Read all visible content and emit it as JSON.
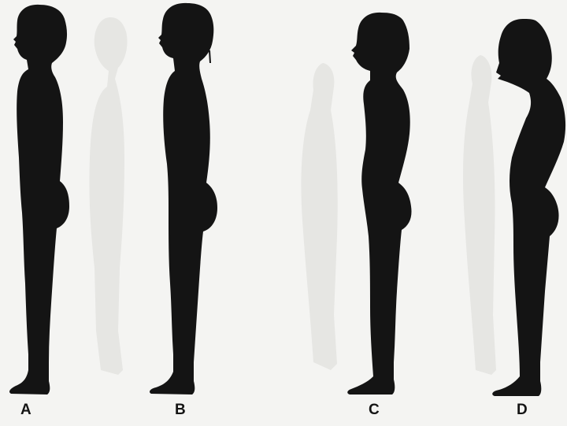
{
  "figure": {
    "labels": {
      "a": "A",
      "b": "B",
      "c": "C",
      "d": "D"
    },
    "colors": {
      "paper": "#f4f4f2",
      "silhouette": "#141414",
      "bleed_through": "#e2e2df"
    }
  }
}
